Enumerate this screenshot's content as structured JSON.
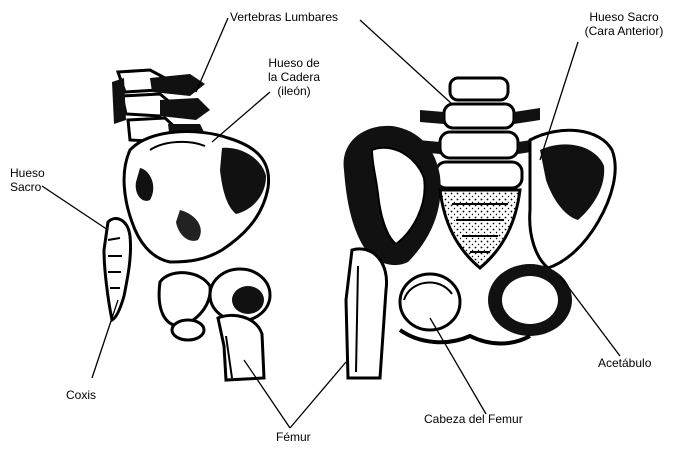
{
  "labels": {
    "vertebras_lumbares": "Vertebras Lumbares",
    "hueso_sacro_anterior": [
      "Hueso Sacro",
      "(Cara Anterior)"
    ],
    "hueso_cadera": [
      "Hueso de",
      "la Cadera",
      "(ileón)"
    ],
    "hueso_sacro": [
      "Hueso",
      "Sacro"
    ],
    "coxis": "Coxis",
    "femur": "Fémur",
    "cabeza_femur": "Cabeza del Femur",
    "acetabulo": "Acetábulo"
  },
  "colors": {
    "bone_fill": "#ffffff",
    "ink": "#000000",
    "shade": "#1a1a1a"
  }
}
